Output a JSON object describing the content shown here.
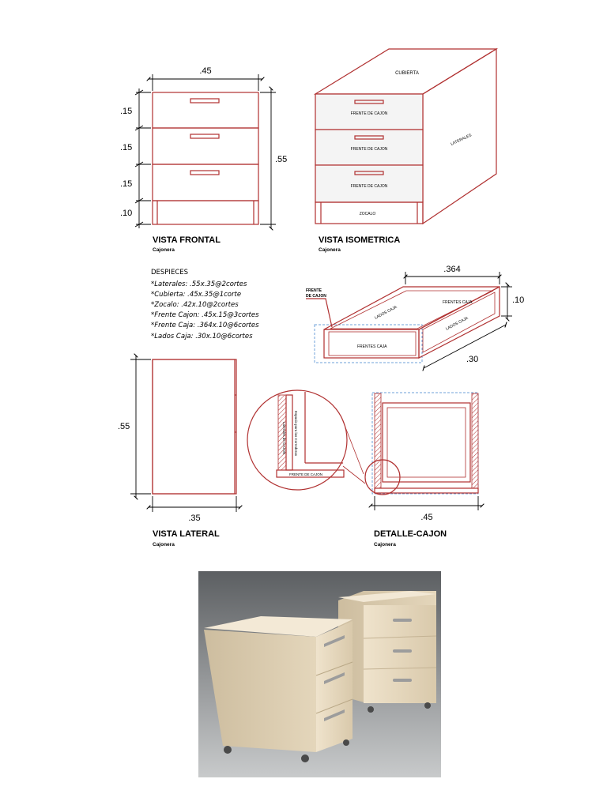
{
  "front": {
    "width_dim": ".45",
    "height_dim": ".55",
    "row_dims": [
      ".15",
      ".15",
      ".15",
      ".10"
    ],
    "title": "VISTA FRONTAL",
    "subtitle": "Cajonera"
  },
  "iso": {
    "top_label": "CUBIERTA",
    "drawer_labels": [
      "FRENTE DE CAJON",
      "FRENTE DE CAJON",
      "FRENTE DE CAJON"
    ],
    "plinth_label": "ZOCALO",
    "side_label": "LATERALES",
    "title": "VISTA ISOMETRICA",
    "subtitle": "Cajonera"
  },
  "cutlist": {
    "heading": "DESPIECES",
    "items": [
      "*Laterales:  .55x.35@2cortes",
      "*Cubierta:  .45x.35@1corte",
      "*Zocalo:    .42x.10@2cortes",
      "*Frente Cajon:  .45x.15@3cortes",
      "*Frente Caja:  .364x.10@6cortes",
      "*Lados Caja:  .30x.10@6cortes"
    ]
  },
  "box": {
    "front_callout_l1": "FRENTE",
    "front_callout_l2": "DE CAJON",
    "dim_top": ".364",
    "dim_right": ".10",
    "dim_bottom": ".30",
    "label_frente_back": "FRENTES CAJA",
    "label_frente_front": "FRENTES CAJA",
    "label_lados_left": "LADOS CAJA",
    "label_lados_right": "LADOS CAJA"
  },
  "side": {
    "height_dim": ".55",
    "width_dim": ".35",
    "title": "VISTA LATERAL",
    "subtitle": "Cajonera"
  },
  "detail": {
    "label_vertical_a": "Laterales de CAJON",
    "label_vertical_b": "Espacio para las Correderas",
    "label_front": "FRENTE DE CAJON",
    "width_dim": ".45",
    "title": "DETALLE-CAJON",
    "subtitle": "Cajonera"
  },
  "colors": {
    "line": "#b03030",
    "guide": "#6fa0d8",
    "wood": "#e9dcc4"
  }
}
